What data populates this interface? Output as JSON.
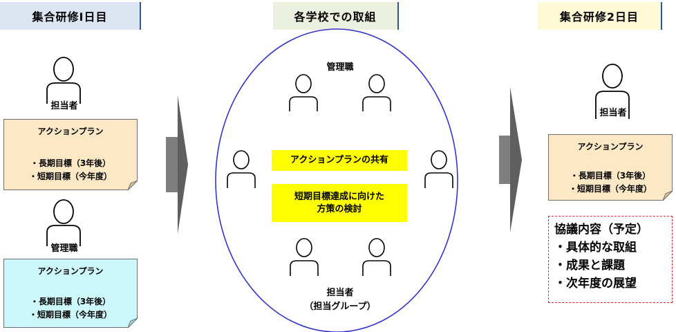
{
  "headers": {
    "day1": "集合研修Ⅰ日目",
    "schools": "各学校での取組",
    "day2": "集合研修2日目"
  },
  "left": {
    "person1_label": "担当者",
    "plan1": {
      "title": "アクションプラン",
      "line1": "・長期目標（3年後）",
      "line2": "・短期目標（今年度）",
      "color": "#fce8c4"
    },
    "person2_label": "管理職",
    "plan2": {
      "title": "アクションプラン",
      "line1": "・長期目標（3年後）",
      "line2": "・短期目標（今年度）",
      "color": "#ccf8fb"
    }
  },
  "center": {
    "top_label": "管理職",
    "box1": "アクションプランの共有",
    "box2_line1": "短期目標達成に向けた",
    "box2_line2": "方策の検討",
    "bottom_label_line1": "担当者",
    "bottom_label_line2": "（担当グループ）",
    "ellipse_color": "#3333cc"
  },
  "right": {
    "person_label": "担当者",
    "plan": {
      "title": "アクションプラン",
      "line1": "・長期目標（3年後）",
      "line2": "・短期目標（今年度）",
      "color": "#fce8c4"
    },
    "discussion": {
      "title": "協議内容（予定）",
      "items": [
        "・具体的な取組",
        "・成果と課題",
        "・次年度の展望"
      ],
      "border_color": "#e0202a"
    }
  },
  "arrow_color": "#7f7f7f"
}
